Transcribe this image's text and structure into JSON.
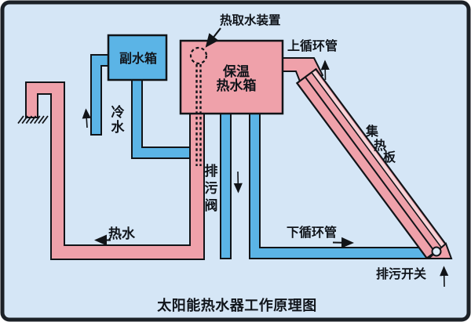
{
  "diagram": {
    "title": "太阳能热水器工作原理图",
    "labels": {
      "hot_water_extractor": "热取水装置",
      "aux_tank": "副水箱",
      "main_tank": [
        "保温",
        "热水箱"
      ],
      "upper_circulation_pipe": "上循环管",
      "cold_water": [
        "冷",
        "水"
      ],
      "collector_panel": [
        "集",
        "热",
        "板"
      ],
      "drain_valve": [
        "排",
        "污",
        "阀"
      ],
      "hot_water": "热水",
      "lower_circulation_pipe": "下循环管",
      "drain_switch": "排污开关"
    },
    "colors": {
      "background": "#d5e6f6",
      "frame_border": "#1c2127",
      "hot_fill": "#efa1aa",
      "hot_highlight": "#f7d3d7",
      "cold_fill": "#5bb4e6",
      "outline": "#111418"
    }
  }
}
